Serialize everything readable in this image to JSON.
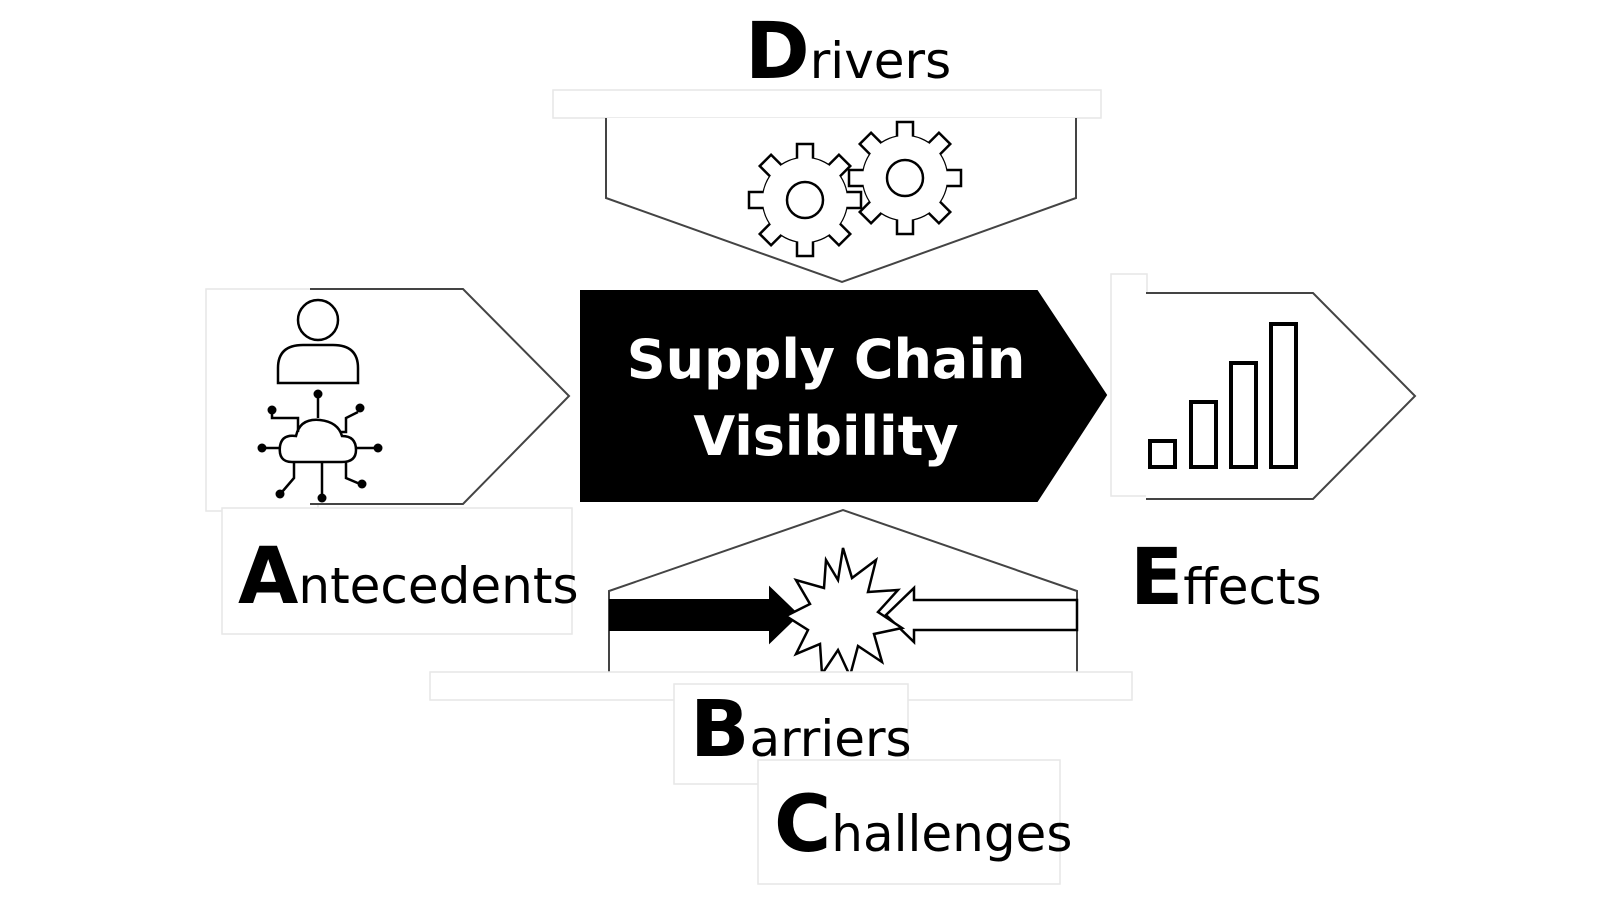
{
  "center": {
    "line1": "Supply Chain",
    "line2": "Visibility"
  },
  "drivers": {
    "initial": "D",
    "rest": "rivers"
  },
  "antecedents": {
    "initial": "A",
    "rest": "ntecedents"
  },
  "effects": {
    "initial": "E",
    "rest": "ffects"
  },
  "barriers": {
    "initial": "B",
    "rest": "arriers"
  },
  "challenges": {
    "initial": "C",
    "rest": "hallenges"
  },
  "icons": {
    "drivers": "gears-icon",
    "antecedents": "person-cloud-network-icon",
    "effects": "bar-chart-icon",
    "barriers": "collision-arrows-icon"
  },
  "colors": {
    "ink": "#000000",
    "paper": "#ffffff",
    "panel_border": "#e6e6e6",
    "center_fill": "#000000",
    "center_text": "#ffffff"
  }
}
